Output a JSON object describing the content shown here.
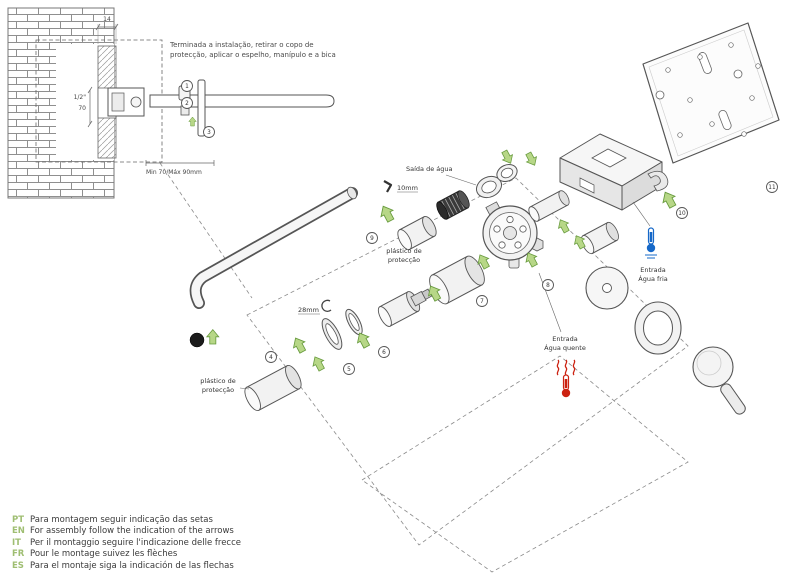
{
  "inset": {
    "note_line1": "Terminada a instalação, retirar o copo de",
    "note_line2": "protecção, aplicar o espelho, manípulo e a bica",
    "dim_width": "14",
    "dim_thread": "1/2\"",
    "dim_height": "70",
    "dim_depth": "Min 70/Máx 90mm"
  },
  "diagram": {
    "saida": "Saída de água",
    "allen": "10mm",
    "ring": "28mm",
    "plastico1_l1": "plástico de",
    "plastico1_l2": "protecção",
    "plastico2_l1": "plástico de",
    "plastico2_l2": "protecção",
    "quente_l1": "Entrada",
    "quente_l2": "Água quente",
    "fria_l1": "Entrada",
    "fria_l2": "Água fria"
  },
  "callouts": [
    "1",
    "2",
    "3",
    "4",
    "5",
    "6",
    "7",
    "8",
    "9",
    "10",
    "11"
  ],
  "footer": {
    "items": [
      {
        "code": "PT",
        "text": "Para montagem seguir indicação das setas"
      },
      {
        "code": "EN",
        "text": "For assembly follow the indication of the arrows"
      },
      {
        "code": "IT",
        "text": "Per il montaggio seguire l'indicazione delle frecce"
      },
      {
        "code": "FR",
        "text": "Pour le montage suivez les flèches"
      },
      {
        "code": "ES",
        "text": "Para el montaje siga la indicación de las flechas"
      }
    ]
  },
  "colors": {
    "arrow_green": "#b7d787",
    "arrow_outline_green": "#679a3d",
    "hot_red": "#cc2211",
    "cold_blue": "#1668c8",
    "lang_code_green": "#9fbe72",
    "line_gray": "#555555"
  }
}
